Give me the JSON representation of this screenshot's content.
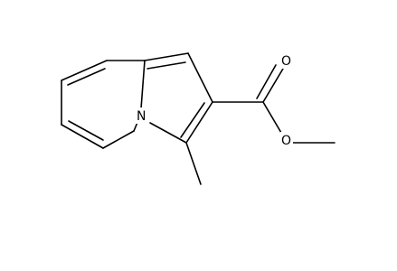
{
  "molecule": {
    "atoms": {
      "nitrogen": "N",
      "carbonyl_oxygen": "O",
      "ester_oxygen": "O"
    },
    "colors": {
      "background": "#ffffff",
      "bonds": "#000000",
      "labels": "#000000"
    }
  }
}
